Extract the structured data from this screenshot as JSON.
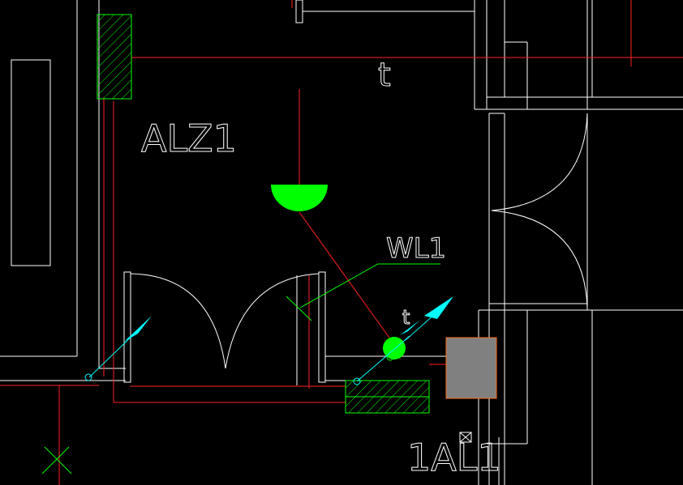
{
  "labels": {
    "panel_alz": "ALZ1",
    "circuit_wl": "WL1",
    "panel_al": "1AL1",
    "mark_t_top": "t",
    "mark_t_mid": "t"
  },
  "colors": {
    "background": "#000000",
    "wall": "#ffffff",
    "wire": "#ff2020",
    "green": "#00ff00",
    "cyan": "#00ffff",
    "gray_box": "#808080",
    "gray_box_edge": "#ff6a1a"
  },
  "icons": {
    "ceiling_lamp": "half-circle-lamp-symbol",
    "pendant_light": "filled-circle-light-symbol",
    "hatch_panel": "hatched-distribution-box",
    "sensor": "triangle-arrow-symbol"
  }
}
